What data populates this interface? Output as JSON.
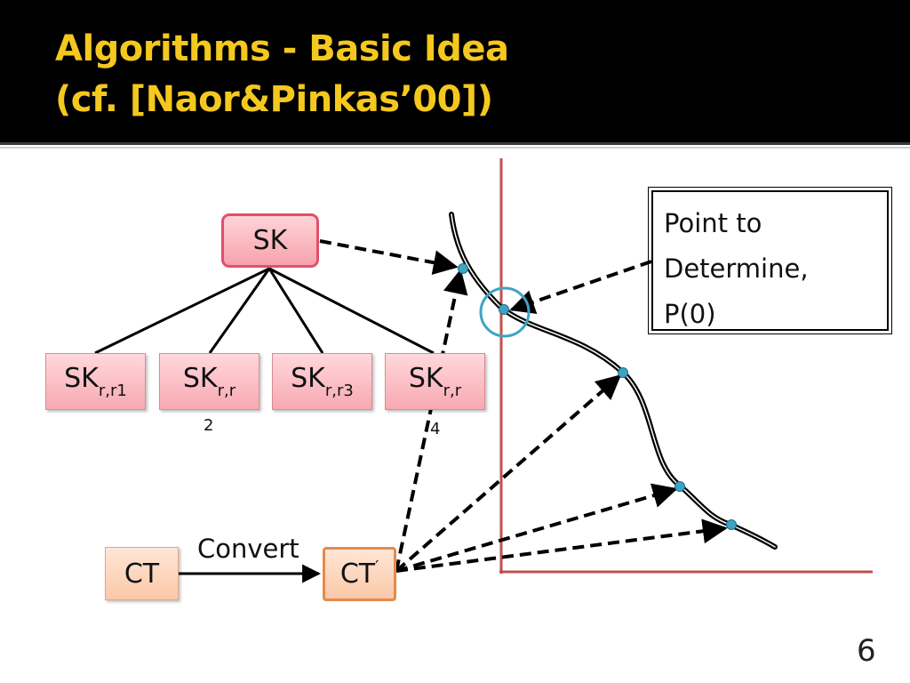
{
  "title": {
    "line1": "Algorithms - Basic Idea",
    "line2": "(cf. [Naor&Pinkas’00])"
  },
  "tree": {
    "root": "SK",
    "children": [
      {
        "base": "SK",
        "sub": "r,r1",
        "overflow": ""
      },
      {
        "base": "SK",
        "sub": "r,r",
        "overflow": "2"
      },
      {
        "base": "SK",
        "sub": "r,r3",
        "overflow": ""
      },
      {
        "base": "SK",
        "sub": "r,r",
        "overflow": "4"
      }
    ]
  },
  "ciphertext": {
    "ct_label": "CT",
    "converted_label": "CT",
    "converted_prime": "′",
    "convert_label": "Convert"
  },
  "callout": {
    "line1": "Point to",
    "line2": "Determine,",
    "line3": "P(0)"
  },
  "page_number": "6",
  "colors": {
    "title_bg": "#000000",
    "title_text": "#f4c81e",
    "axis": "#c0504d",
    "sk_border": "#e2506a",
    "ct_border": "#e58a4a",
    "point": "#3fa3c4",
    "arrow": "#000000"
  }
}
